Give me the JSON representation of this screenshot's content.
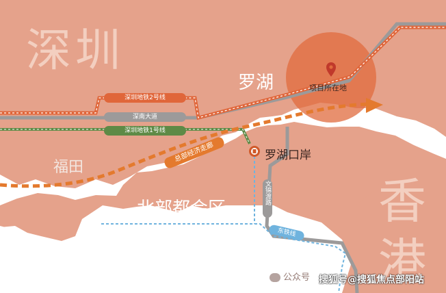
{
  "regions": {
    "shenzhen": "深圳",
    "hongkong_line1": "香",
    "hongkong_line2": "港"
  },
  "places": {
    "luohu": "罗湖",
    "futian": "福田",
    "northern_metropolis": "北部都会区",
    "luohu_port": "罗湖口岸",
    "project_site": "项目所在地"
  },
  "lines": {
    "metro2": "深圳地铁2号线",
    "shennan_road": "深南大道",
    "metro1": "深圳地铁1号线",
    "hq_corridor": "总部经济走廊",
    "wenjin_crossing": "文锦渡路",
    "east_rail": "东铁线"
  },
  "watermark": {
    "wechat": "公众号",
    "sohu": "搜狐号@搜狐焦点部阳站"
  },
  "colors": {
    "background": "#e5a28b",
    "land_white": "#ffffff",
    "metro2": "#e0663a",
    "shennan": "#9c9a9a",
    "metro1": "#5e8a46",
    "corridor": "#e47a2e",
    "east_rail": "#6fb3de",
    "project_circle": "#e06b3d"
  },
  "icons": {
    "project_marker": "map-pin-icon",
    "port_marker": "port-icon"
  }
}
